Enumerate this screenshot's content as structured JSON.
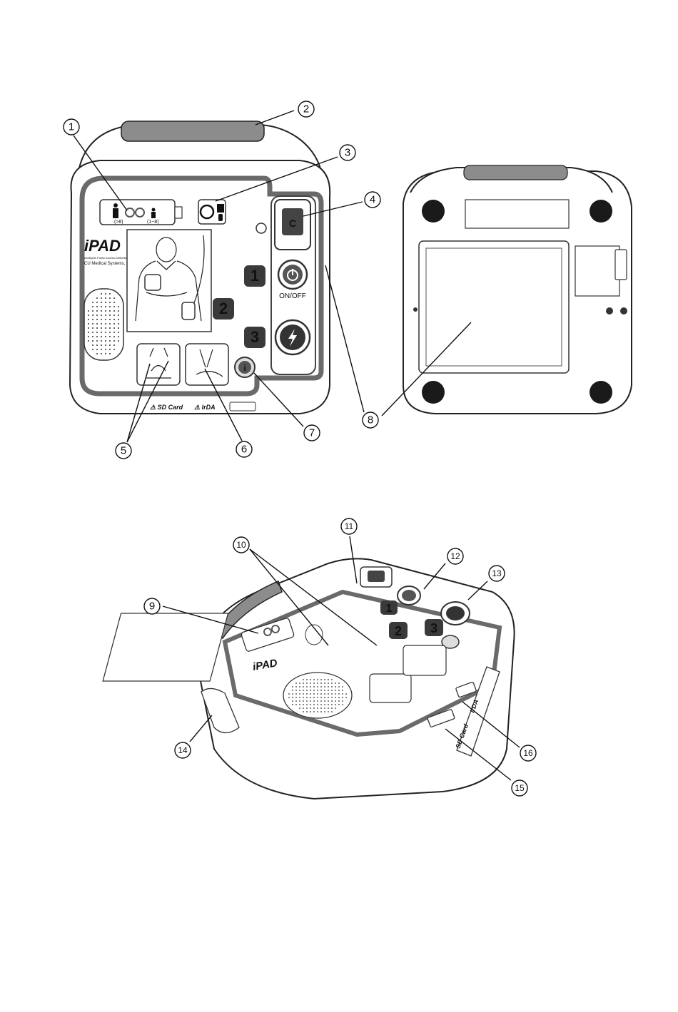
{
  "device": {
    "brand": "iPAD",
    "brand_subline1": "Intelligent Public Access Defibrillator",
    "brand_subline2": "CU Medical Systems, Inc.",
    "step1": "1",
    "step2": "2",
    "step3": "3",
    "onoff_label": "ON/OFF",
    "adult_label": "(>8)",
    "child_label": "(1~8)",
    "sd_label": "SD Card",
    "irda_label": "IrDA"
  },
  "callouts": [
    "1",
    "2",
    "3",
    "4",
    "5",
    "6",
    "7",
    "8",
    "9",
    "10",
    "11",
    "12",
    "13",
    "14",
    "15",
    "16"
  ],
  "icons": {
    "power": "power-icon",
    "shock": "lightning-icon",
    "info": "info-icon",
    "battery": "battery-icon",
    "adult": "adult-icon",
    "child": "child-icon"
  },
  "colors": {
    "ink": "#111111",
    "panel": "#6a6a6a",
    "handle": "#8c8c8c",
    "button": "#3a3a3a"
  }
}
